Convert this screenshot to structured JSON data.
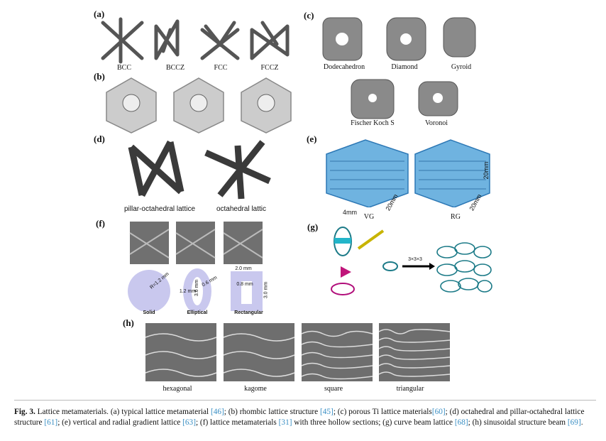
{
  "panels": {
    "a": {
      "label": "(a)",
      "items": [
        "BCC",
        "BCCZ",
        "FCC",
        "FCCZ"
      ]
    },
    "b": {
      "label": "(b)"
    },
    "c": {
      "label": "(c)",
      "items": [
        "Dodecahedron",
        "Diamond",
        "Gyroid",
        "Fischer Koch S",
        "Voronoi"
      ]
    },
    "d": {
      "label": "(d)",
      "items": [
        "pillar-octahedral lattice",
        "octahedral lattic"
      ]
    },
    "e": {
      "label": "(e)",
      "items": [
        "VG",
        "RG"
      ],
      "dims": [
        "4mm",
        "20mm",
        "20mm",
        "20mm"
      ]
    },
    "f": {
      "label": "(f)",
      "items": [
        "Solid",
        "Elliptical",
        "Rectangular"
      ],
      "dims": [
        "R=1.2 mm",
        "3.6 mm",
        "0.6 mm",
        "1.2 mm",
        "2.0 mm",
        "0.8 mm",
        "3.0 mm"
      ]
    },
    "g": {
      "label": "(g)",
      "arrow": "3×3×3"
    },
    "h": {
      "label": "(h)",
      "items": [
        "hexagonal",
        "kagome",
        "square",
        "triangular"
      ]
    }
  },
  "caption": {
    "fig": "Fig. 3.",
    "parts": [
      " Lattice metamaterials. (a) typical lattice metamaterial ",
      "[46]",
      "; (b) rhombic lattice structure ",
      "[45]",
      "; (c) porous Ti lattice materials",
      "[60]",
      "; (d) octahedral and pillar-octahedral lattice structure ",
      "[61]",
      "; (e) vertical and radial gradient lattice ",
      "[63]",
      "; (f) lattice metamaterials ",
      "[31]",
      " with three hollow sections; (g) curve beam lattice ",
      "[68]",
      "; (h) sinusoidal structure beam ",
      "[69]",
      "."
    ]
  },
  "colors": {
    "link": "#3a8fc4",
    "lattice_blue": "#3b8fc9",
    "teal": "#1b7a87",
    "lavender": "#c9c8ee"
  }
}
